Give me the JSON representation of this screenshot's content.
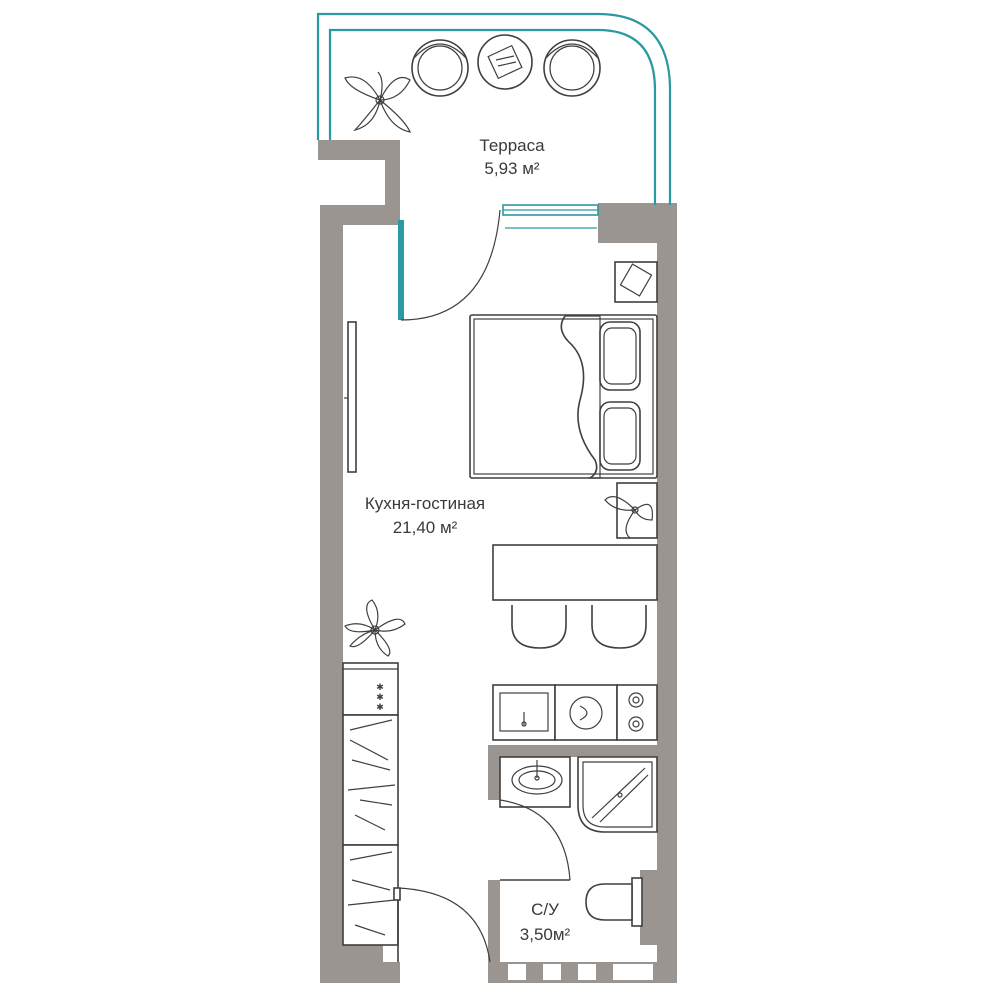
{
  "rooms": {
    "terrace": {
      "name": "Терраса",
      "area": "5,93 м²"
    },
    "living": {
      "name": "Кухня-гостиная",
      "area": "21,40 м²"
    },
    "bathroom": {
      "name": "С/У",
      "area": "3,50м²"
    }
  },
  "colors": {
    "wall": "#9a9590",
    "line": "#3f3f3f",
    "accent": "#2a9aa0",
    "background": "#ffffff"
  },
  "icons": [
    "armchair-icon",
    "table-icon",
    "plant-icon",
    "bed-icon",
    "pillow-icon",
    "sink-icon",
    "washing-machine-icon",
    "stove-icon",
    "shower-icon",
    "toilet-icon",
    "door-swing-icon",
    "window-icon"
  ]
}
